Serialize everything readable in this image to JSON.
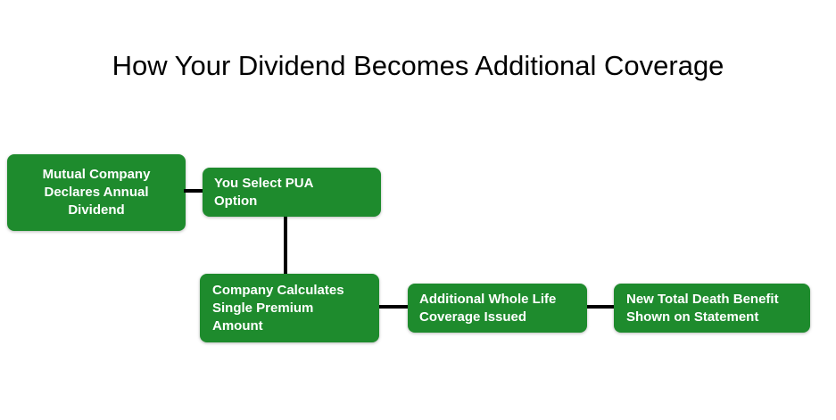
{
  "title": "How Your Dividend Becomes Additional Coverage",
  "colors": {
    "box_green": "#1e8b2d",
    "box_text": "#ffffff",
    "connector": "#000000",
    "title_text": "#000000"
  },
  "flowchart": {
    "boxes": [
      {
        "id": "mutual-company-declares-dividend",
        "lines": [
          "Mutual Company",
          "Declares Annual",
          "Dividend"
        ]
      },
      {
        "id": "you-select-pua-option",
        "lines": [
          "You Select PUA",
          "Option"
        ]
      },
      {
        "id": "company-calculates-premium",
        "lines": [
          "Company Calculates",
          "Single Premium",
          "Amount"
        ]
      },
      {
        "id": "additional-coverage-issued",
        "lines": [
          "Additional Whole Life",
          "Coverage Issued"
        ]
      },
      {
        "id": "new-total-death-benefit",
        "lines": [
          "New Total Death Benefit",
          "Shown on Statement"
        ]
      }
    ]
  }
}
